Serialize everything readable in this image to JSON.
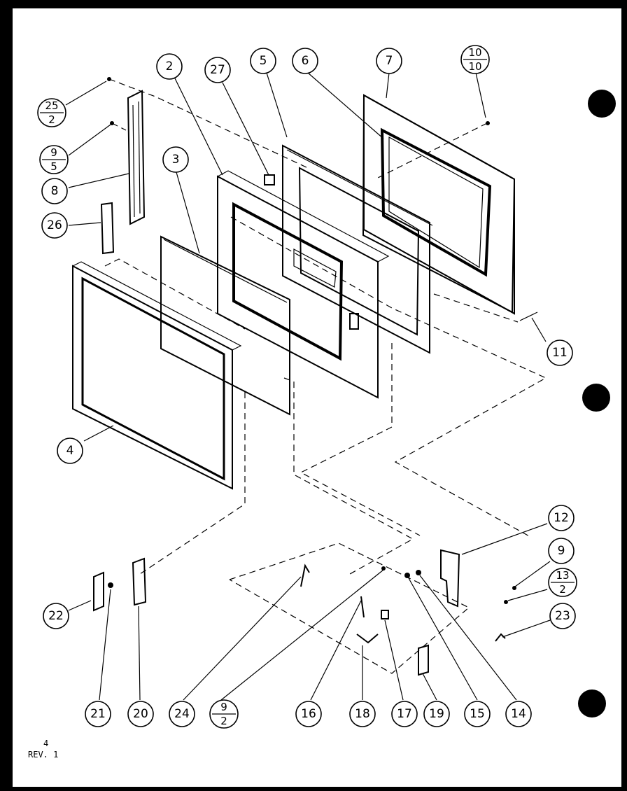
{
  "callouts": {
    "c2": "2",
    "c27": "27",
    "c5": "5",
    "c6": "6",
    "c7": "7",
    "c10_top": "10",
    "c10_bot": "10",
    "c25_top": "25",
    "c25_bot": "2",
    "c9a_top": "9",
    "c9a_bot": "5",
    "c8": "8",
    "c26": "26",
    "c3": "3",
    "c4": "4",
    "c11": "11",
    "c12": "12",
    "c9": "9",
    "c13_top": "13",
    "c13_bot": "2",
    "c23": "23",
    "c22": "22",
    "c21": "21",
    "c20": "20",
    "c24": "24",
    "c9b_top": "9",
    "c9b_bot": "2",
    "c16": "16",
    "c18": "18",
    "c17": "17",
    "c19": "19",
    "c15": "15",
    "c14": "14"
  },
  "footer": {
    "page": "4",
    "rev": "REV. 1"
  }
}
